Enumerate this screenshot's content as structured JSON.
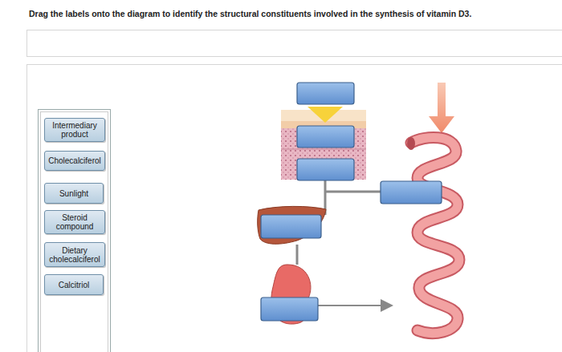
{
  "diagram": {
    "title": "Drag the labels onto the diagram to identify the structural constituents involved in the synthesis of vitamin D3.",
    "nodes": [
      {
        "text": [
          "Intermediary product"
        ]
      },
      {
        "text": [
          "Cholecalciferol"
        ]
      },
      {
        "text": [
          "Sunlight"
        ]
      },
      {
        "text": [
          "Steroid compound"
        ]
      },
      {
        "text": [
          "Dietary cholecalciferol"
        ]
      },
      {
        "text": [
          "Calcitriol"
        ]
      }
    ]
  }
}
